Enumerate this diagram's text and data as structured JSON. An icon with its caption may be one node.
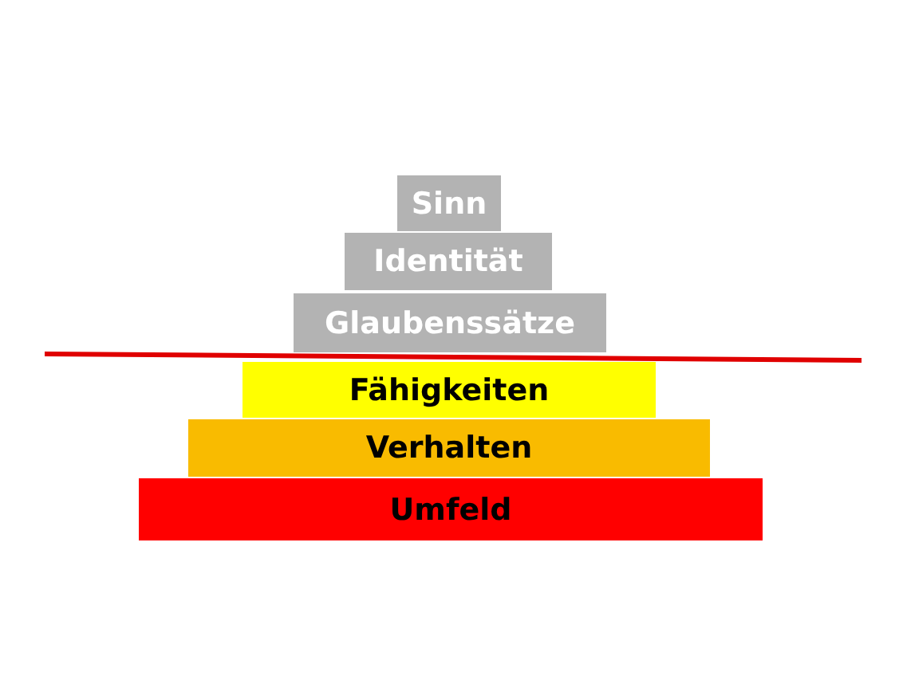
{
  "diagram": {
    "nodes": [
      {
        "text": [
          "Sinn"
        ]
      },
      {
        "text": [
          "Identität"
        ]
      },
      {
        "text": [
          "Glaubenssätze"
        ]
      },
      {
        "text": [
          "Fähigkeiten"
        ]
      },
      {
        "text": [
          "Verhalten"
        ]
      },
      {
        "text": [
          "Umfeld"
        ]
      }
    ]
  }
}
